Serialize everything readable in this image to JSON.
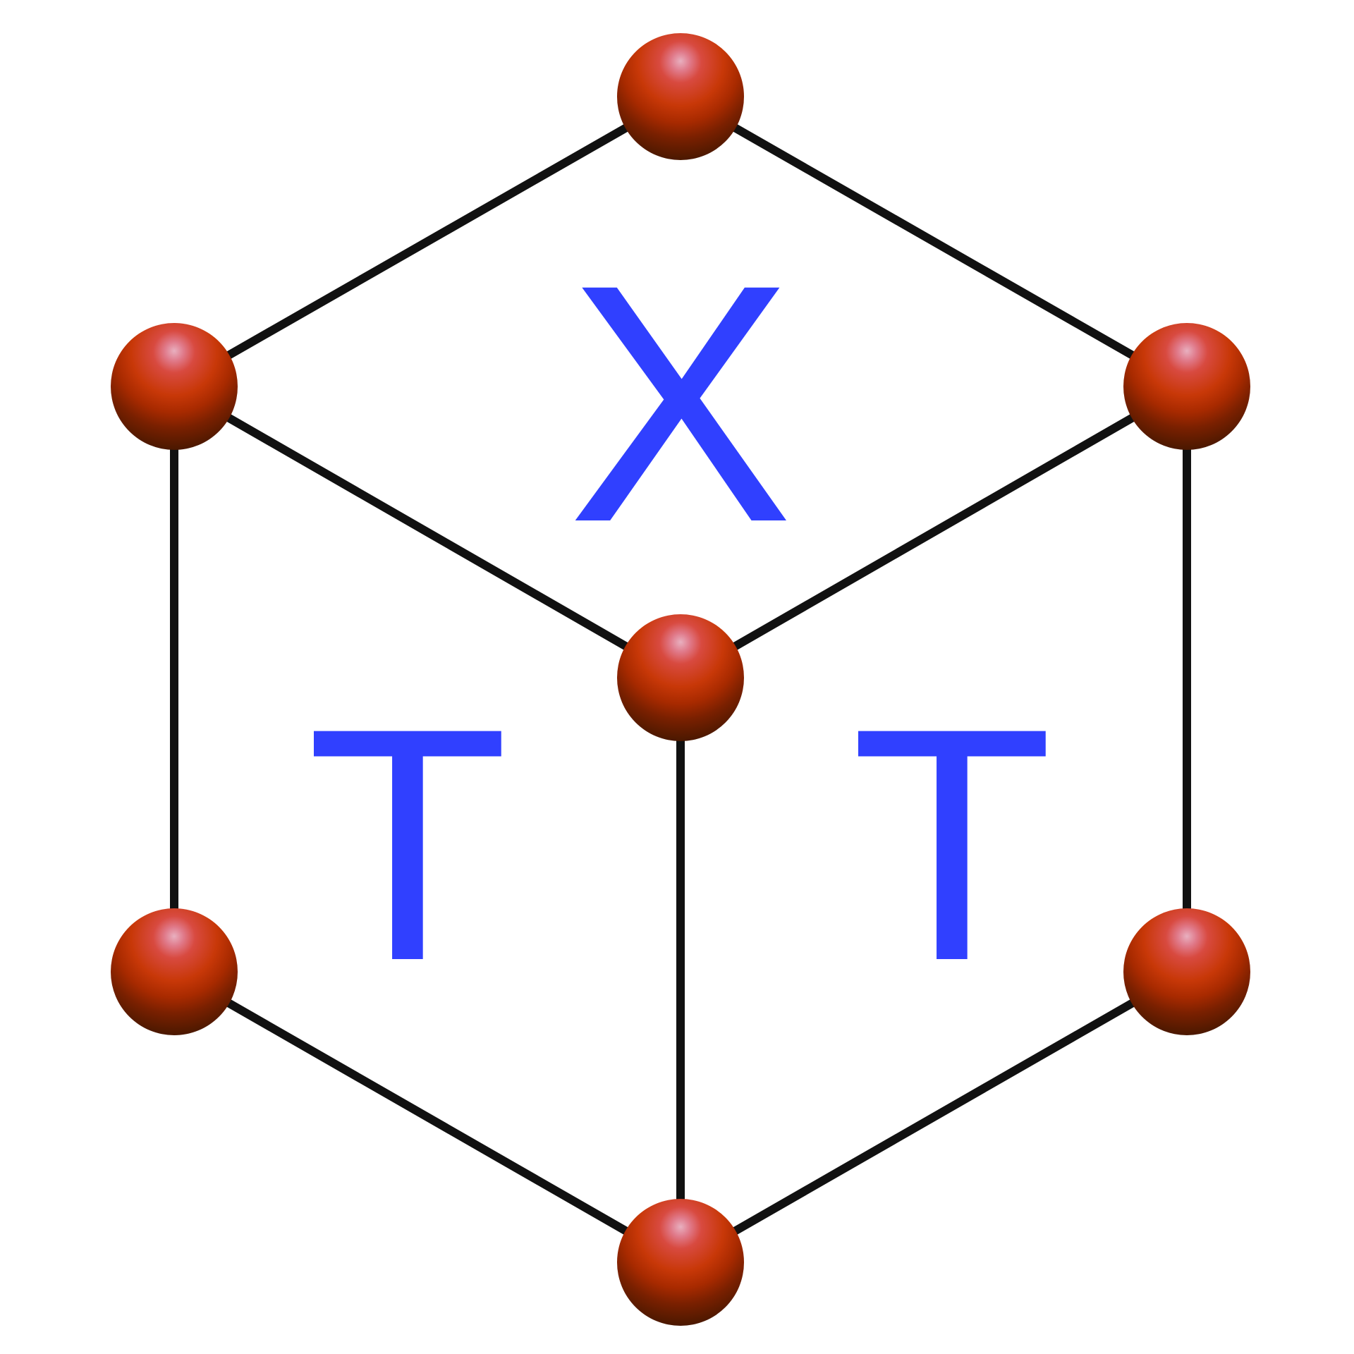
{
  "logo": {
    "letters": {
      "top": "X",
      "left": "T",
      "right": "T"
    },
    "colors": {
      "letter": "#3040ff",
      "atom_light": "#e04010",
      "atom_dark": "#5a1a00",
      "atom_highlight": "#e8a8b8",
      "bond": "#111111",
      "background": "#ffffff"
    }
  }
}
